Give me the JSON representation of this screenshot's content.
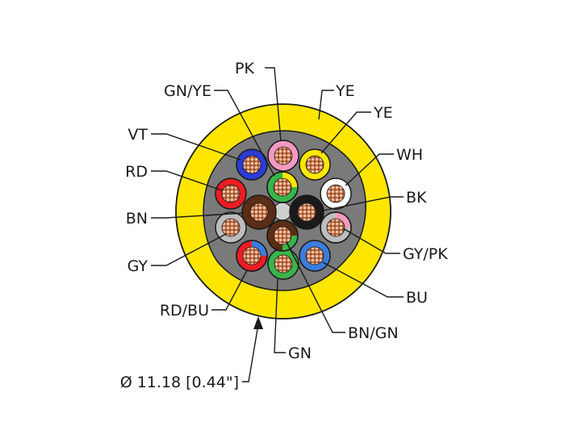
{
  "jacket": {
    "color": "#ffe600"
  },
  "labels": {
    "pk": "PK",
    "gn_ye": "GN/YE",
    "ye_top": "YE",
    "ye_right": "YE",
    "vt": "VT",
    "wh": "WH",
    "rd": "RD",
    "bk": "BK",
    "bn": "BN",
    "gy_pk": "GY/PK",
    "gy": "GY",
    "bu": "BU",
    "rd_bu": "RD/BU",
    "bn_gn": "BN/GN",
    "gn": "GN",
    "diameter": "Ø 11.18 [0.44\"]"
  },
  "conductor_colors": {
    "pk": "#f49ac2",
    "gn_ye_green": "#39b54a",
    "gn_ye_yellow": "#ffe600",
    "ye": "#ffe600",
    "vt": "#2b3bd6",
    "wh": "#ffffff",
    "rd": "#ee1c24",
    "bk": "#1a1a1a",
    "bn": "#5a2d14",
    "gy": "#bdbdbd",
    "bu": "#3b7ddd",
    "gn": "#39b54a"
  }
}
